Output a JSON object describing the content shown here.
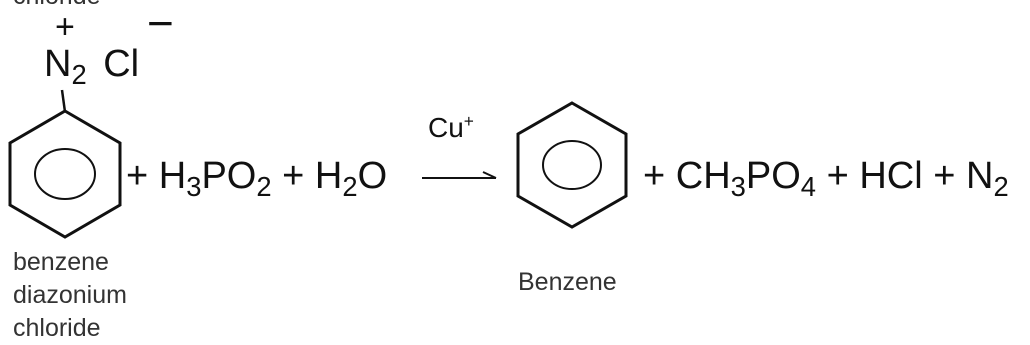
{
  "reactant": {
    "substituent": {
      "charge_plus": "+",
      "nitrogen": "N",
      "nitrogen_count": "2",
      "chloride": "Cl",
      "charge_minus": "−"
    },
    "name_lines": [
      "benzene",
      "diazonium",
      "chloride"
    ]
  },
  "reagents": {
    "plus1": "+",
    "hypophosphorous": {
      "a": "H",
      "a_sub": "3",
      "b": "PO",
      "b_sub": "2"
    },
    "plus2": "+",
    "water": {
      "a": "H",
      "a_sub": "2",
      "b": "O"
    }
  },
  "catalyst": {
    "symbol": "Cu",
    "charge": "+"
  },
  "products": {
    "ring_name": "Benzene",
    "plus1": "+",
    "phosphate": {
      "a": "CH",
      "a_sub": "3",
      "b": "PO",
      "b_sub": "4"
    },
    "plus2": "+",
    "hcl": "HCl",
    "plus3": "+",
    "nitrogen": {
      "a": "N",
      "a_sub": "2"
    }
  },
  "top_label_fragment": "chloride"
}
